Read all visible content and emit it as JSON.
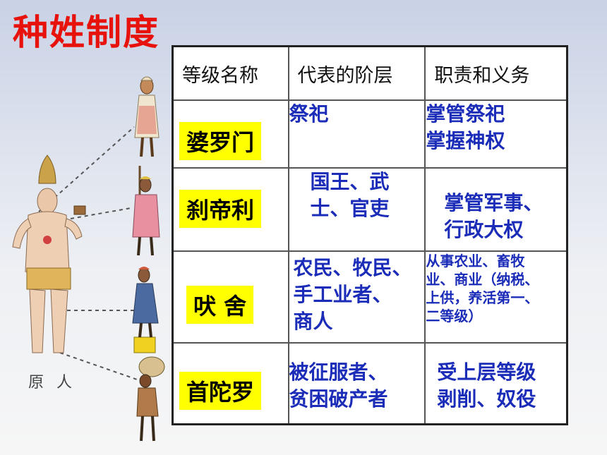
{
  "title": "种姓制度",
  "caption": "原人",
  "table": {
    "headers": [
      "等级名称",
      "代表的阶层",
      "职责和义务"
    ],
    "rows": [
      {
        "name": "婆罗门",
        "class": "祭祀",
        "duty": "掌管祭祀\n掌握神权"
      },
      {
        "name": "刹帝利",
        "class": "国王、武\n士、官吏",
        "duty": "掌管军事、\n行政大权"
      },
      {
        "name": "吠 舍",
        "class": "农民、牧民、\n手工业者、\n商人",
        "duty": "从事农业、畜牧\n业、商业（纳税、\n上供，养活第一、\n二等级）"
      },
      {
        "name": "首陀罗",
        "class": "被征服者、\n贫困破产者",
        "duty": "受上层等级\n剥削、奴役"
      }
    ]
  },
  "colors": {
    "title": "#e8120c",
    "rank_highlight": "#ffff00",
    "cell_text": "#1a2cb8"
  },
  "icons": [
    "primordial-man-figure",
    "brahmin-figure",
    "kshatriya-figure",
    "vaishya-figure",
    "shudra-figure"
  ]
}
